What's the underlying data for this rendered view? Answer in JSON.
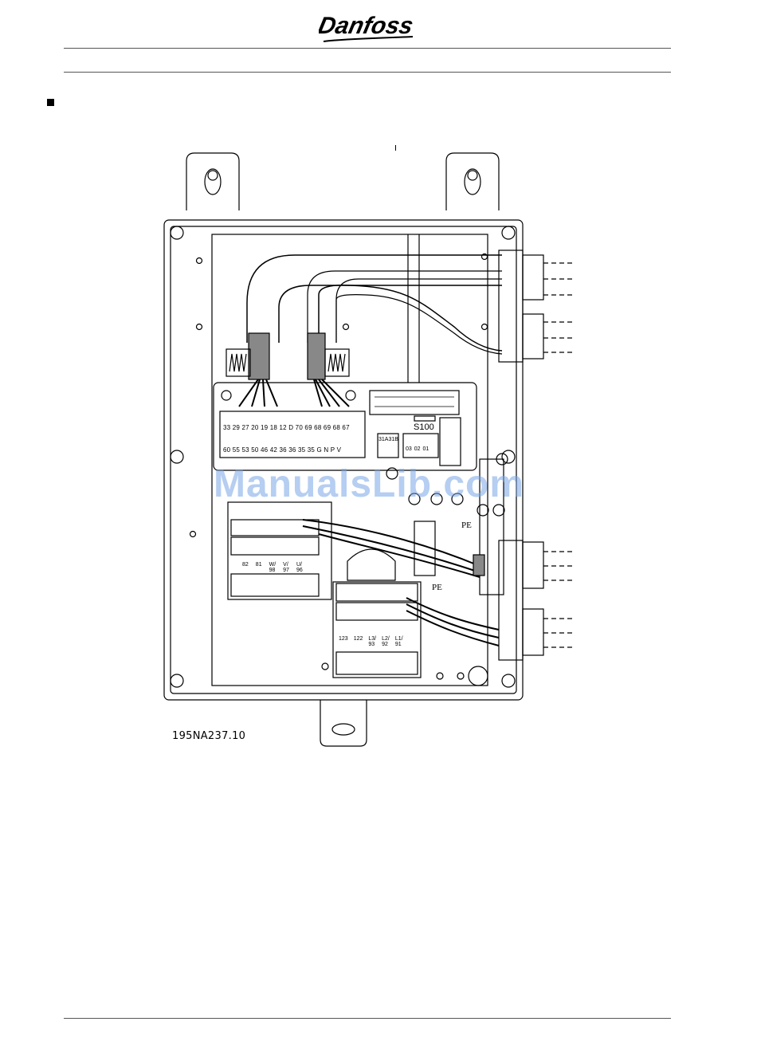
{
  "brand": {
    "logo_text": "Danfoss"
  },
  "figure": {
    "label": "195NA237.10",
    "terminals_top_row": [
      "33",
      "29",
      "27",
      "20",
      "19",
      "18",
      "12",
      "D",
      "70",
      "69",
      "68",
      "69",
      "68",
      "67"
    ],
    "terminals_bottom_row": [
      "60",
      "55",
      "53",
      "50",
      "46",
      "42",
      "36",
      "36",
      "35",
      "35",
      "G",
      "N",
      "P",
      "V"
    ],
    "relay_labels": [
      "31A",
      "31B"
    ],
    "switch_label": "S100",
    "switch_positions": [
      "03",
      "02",
      "01"
    ],
    "motor_terminals": [
      "82",
      "81",
      "W/\n98",
      "V/\n97",
      "U/\n96"
    ],
    "mains_terminals": [
      "123",
      "122",
      "L3/\n93",
      "L2/\n92",
      "L1/\n91"
    ],
    "pe_label_1": "PE",
    "pe_label_2": "PE"
  },
  "watermark": "ManualsLib.com"
}
